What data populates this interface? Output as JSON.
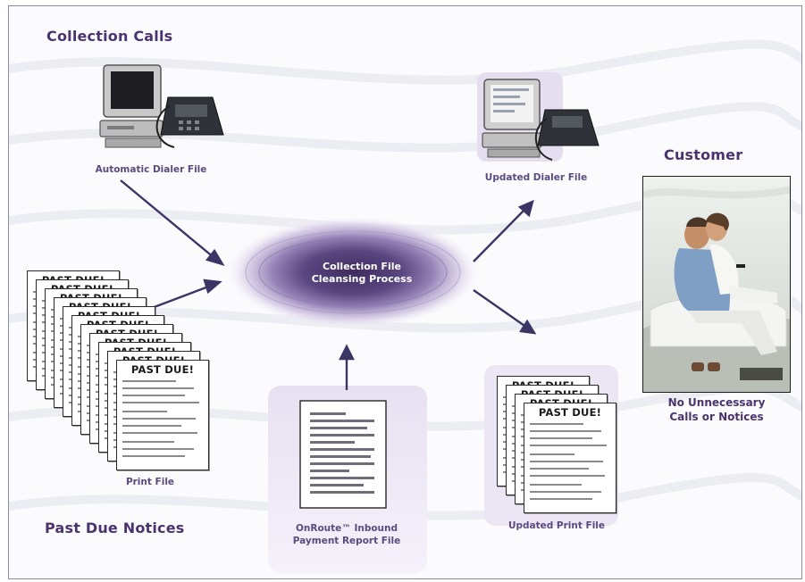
{
  "headings": {
    "collection_calls": "Collection Calls",
    "past_due_notices": "Past Due Notices",
    "customer": "Customer"
  },
  "captions": {
    "automatic_dialer_file": "Automatic Dialer File",
    "updated_dialer_file": "Updated Dialer File",
    "print_file": "Print File",
    "updated_print_file": "Updated Print File",
    "payment_report_line1": "OnRoute™ Inbound",
    "payment_report_line2": "Payment Report File",
    "no_unnecessary_line1": "No Unnecessary",
    "no_unnecessary_line2": "Calls or Notices"
  },
  "process": {
    "line1": "Collection File",
    "line2": "Cleansing Process"
  },
  "notice_title": "PAST DUE!",
  "colors": {
    "heading": "#4a3470",
    "arrow": "#3b3566",
    "ellipse_core": "#4a3668",
    "ellipse_glow": "#b9a8d2"
  }
}
